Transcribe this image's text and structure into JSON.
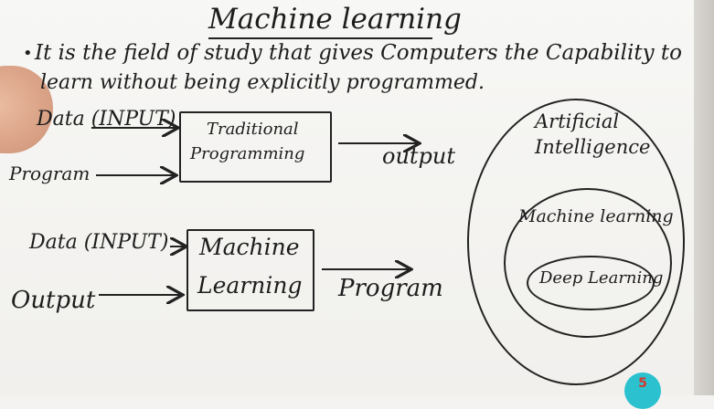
{
  "title": "Machine learning",
  "definition": {
    "line1": "It is the field of study that gives Computers the Capability to",
    "line2": "learn without being explicitly programmed."
  },
  "diagram_traditional": {
    "input_data": "Data (INPUT)",
    "input_program": "Program",
    "box": [
      "Traditional",
      "Programming"
    ],
    "output": "output"
  },
  "diagram_ml": {
    "input_data": "Data (INPUT)",
    "input_output": "Output",
    "box": [
      "Machine",
      "Learning"
    ],
    "output": "Program"
  },
  "nested": {
    "outer": [
      "Artificial",
      "Intelligence"
    ],
    "middle": "Machine learning",
    "inner": "Deep Learning"
  },
  "logo_text": "5"
}
